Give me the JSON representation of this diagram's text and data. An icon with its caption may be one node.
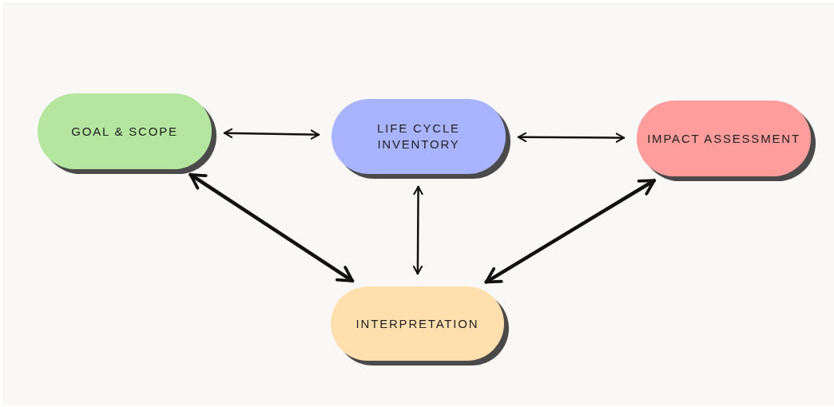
{
  "diagram": {
    "nodes": [
      {
        "text": [
          "GOAL & SCOPE"
        ]
      },
      {
        "text": [
          "LIFE CYCLE INVENTORY"
        ]
      },
      {
        "text": [
          "IMPACT ASSESSMENT"
        ]
      },
      {
        "text": [
          "INTERPRETATION"
        ]
      }
    ],
    "edges": [
      {
        "from": 0,
        "to": 1,
        "arrow": "both"
      },
      {
        "from": 1,
        "to": 2,
        "arrow": "both"
      },
      {
        "from": 0,
        "to": 3,
        "arrow": "both",
        "style": "thick"
      },
      {
        "from": 1,
        "to": 3,
        "arrow": "both"
      },
      {
        "from": 2,
        "to": 3,
        "arrow": "both",
        "style": "thick"
      }
    ]
  }
}
